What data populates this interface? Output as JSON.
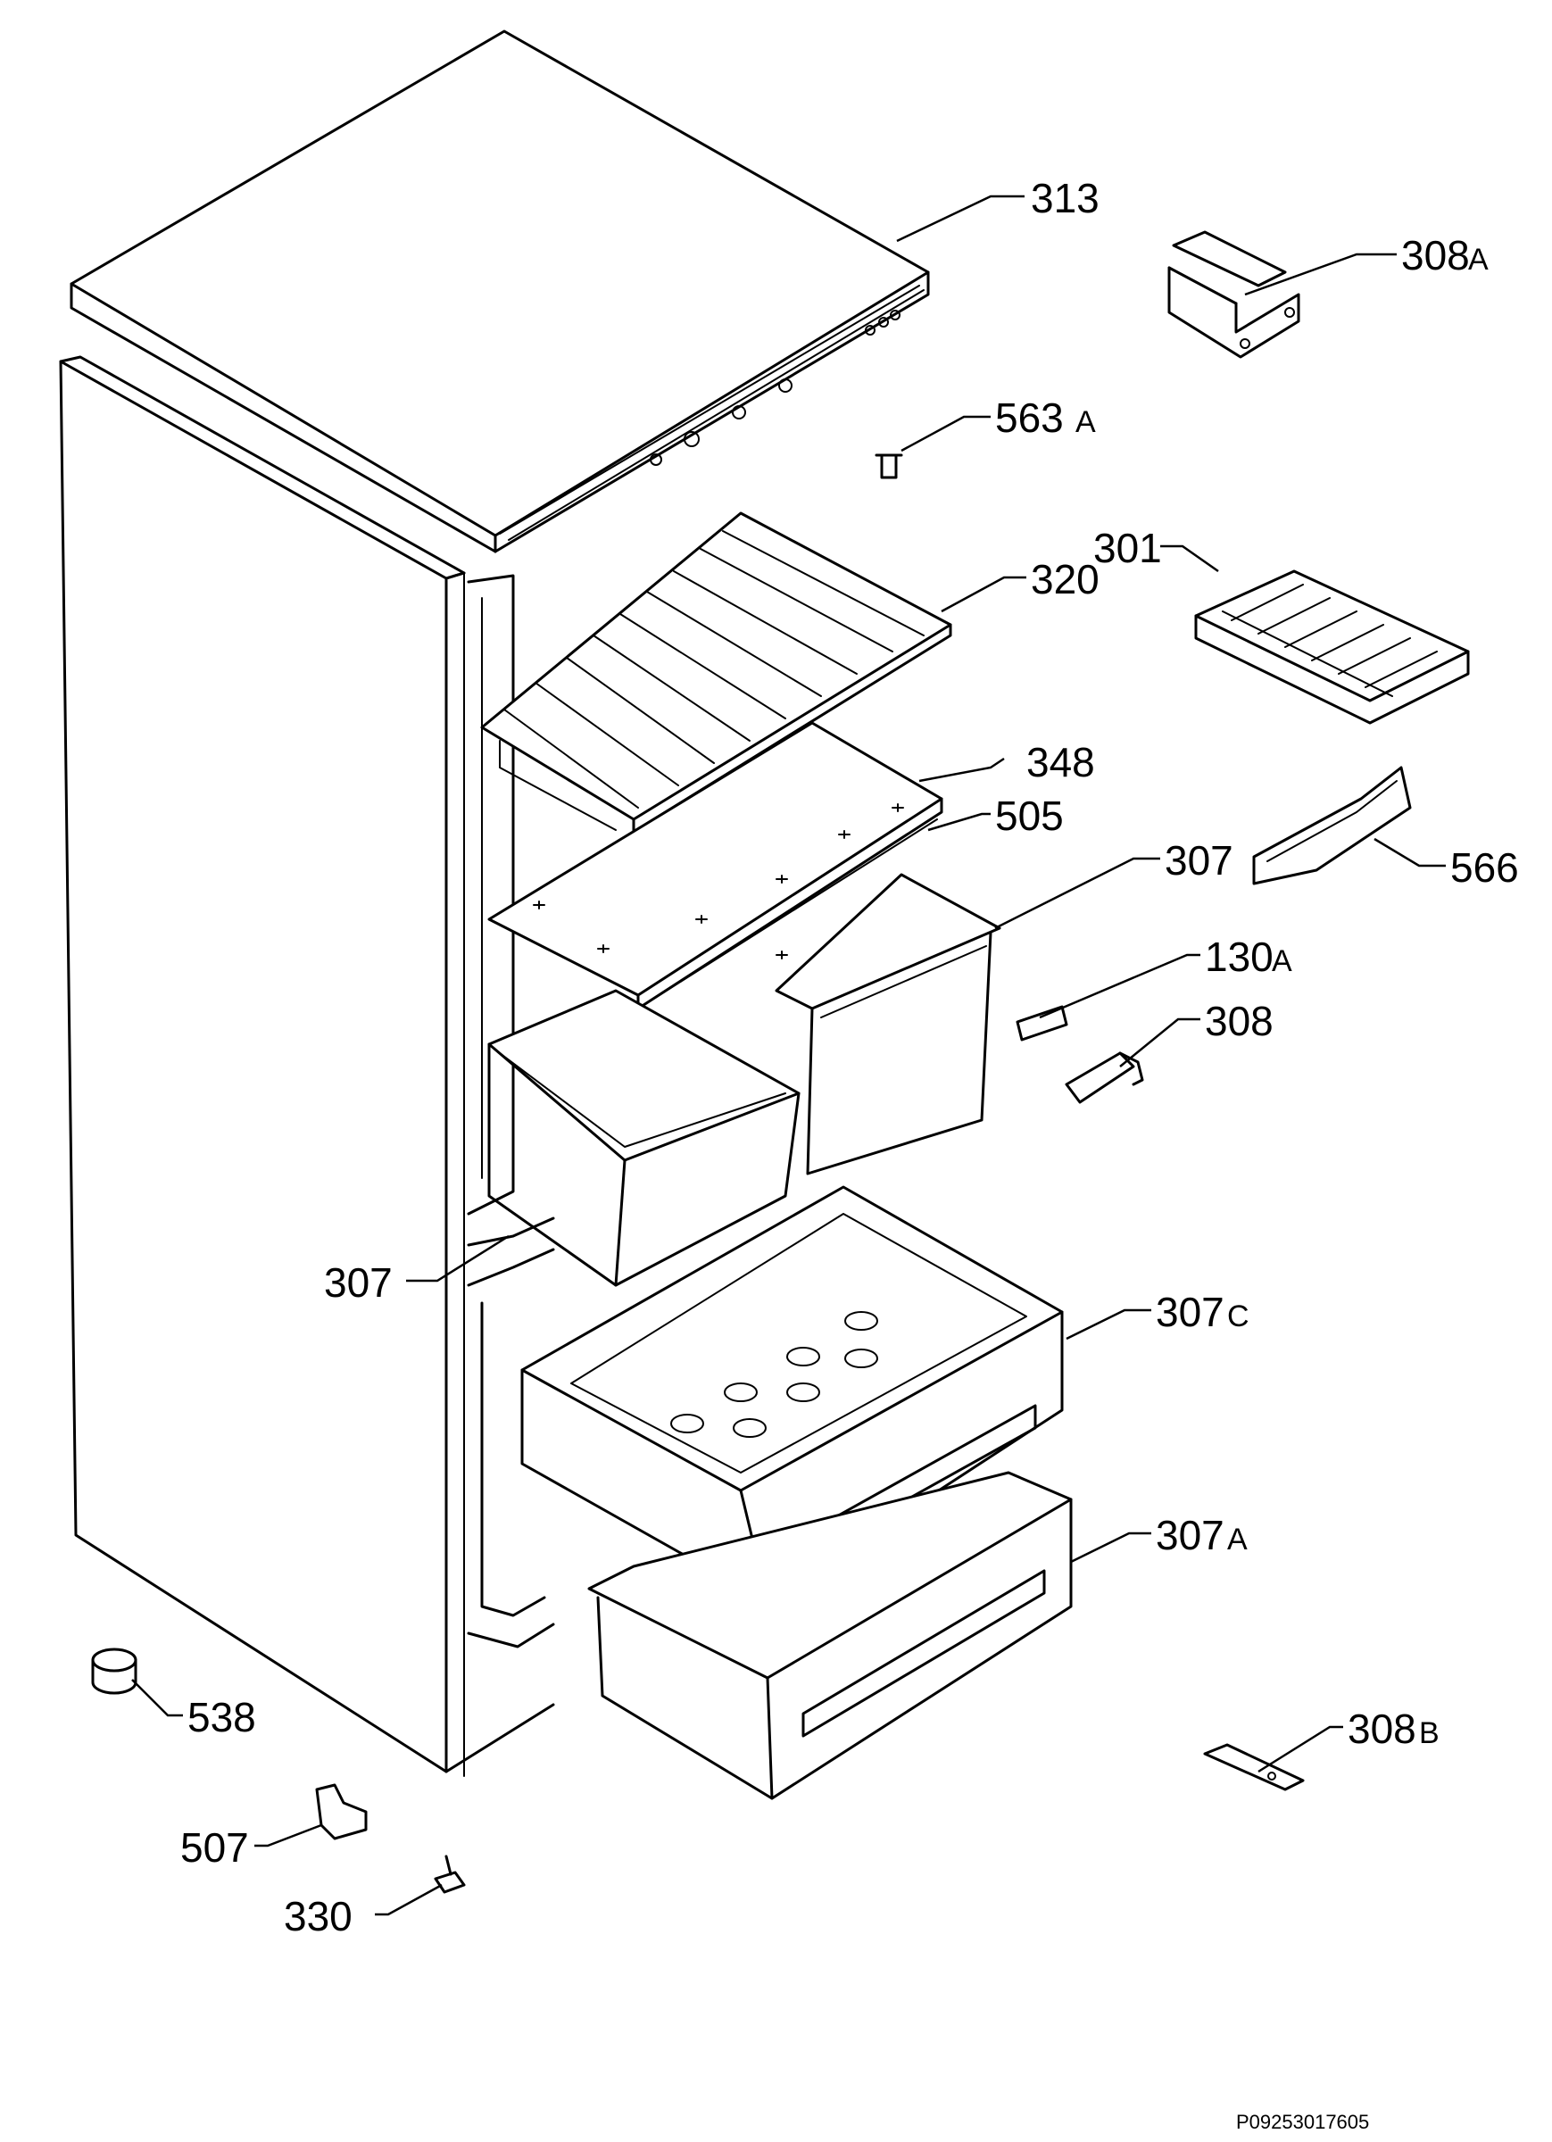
{
  "diagram": {
    "callouts": {
      "c313": "313",
      "c308A": "308",
      "c308A_suffix": "A",
      "c563A": "563",
      "c563A_suffix": "A",
      "c301": "301",
      "c320": "320",
      "c348": "348",
      "c505": "505",
      "c307_top": "307",
      "c566": "566",
      "c130A": "130",
      "c130A_suffix": "A",
      "c308": "308",
      "c307_left": "307",
      "c307C": "307",
      "c307C_suffix": "C",
      "c307A": "307",
      "c307A_suffix": "A",
      "c538": "538",
      "c308B": "308",
      "c308B_suffix": "B",
      "c507": "507",
      "c330": "330"
    },
    "document_id": "P09253017605"
  }
}
